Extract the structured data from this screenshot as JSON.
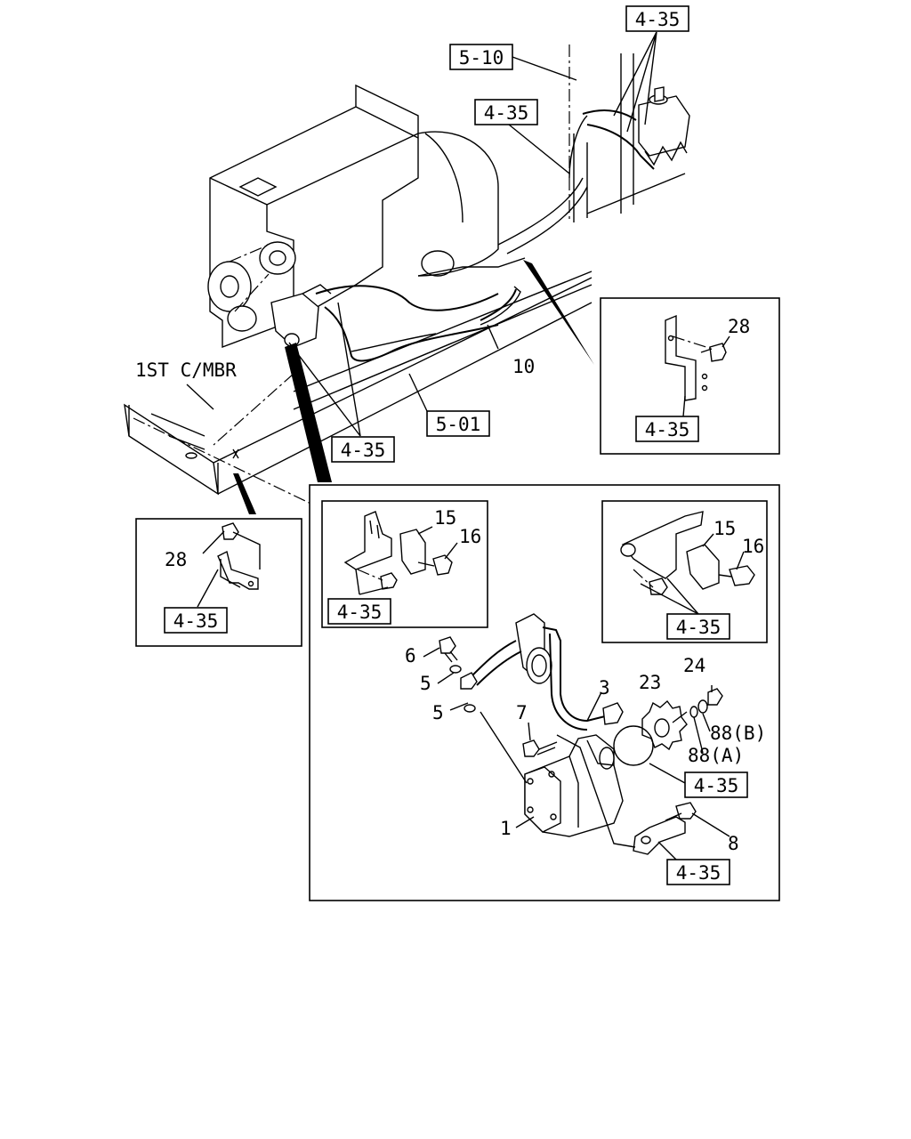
{
  "labels": {
    "ref_top_right": "4-35",
    "ref_5_10": "5-10",
    "ref_4_35_upper": "4-35",
    "ref_4_35_right_inset": "4-35",
    "ref_5_01": "5-01",
    "ref_4_35_mid": "4-35",
    "ref_4_35_left_inset": "4-35",
    "ref_4_35_inset_a": "4-35",
    "ref_4_35_inset_b": "4-35",
    "ref_4_35_gear": "4-35",
    "ref_4_35_bracket": "4-35",
    "crossmember": "1ST C/MBR",
    "p28_right": "28",
    "p10": "10",
    "p28_left": "28",
    "p15_a": "15",
    "p16_a": "16",
    "p15_b": "15",
    "p16_b": "16",
    "p6": "6",
    "p5_a": "5",
    "p5_b": "5",
    "p3": "3",
    "p24": "24",
    "p23": "23",
    "p7": "7",
    "p88b": "88(B)",
    "p88a": "88(A)",
    "p1": "1",
    "p8": "8"
  }
}
